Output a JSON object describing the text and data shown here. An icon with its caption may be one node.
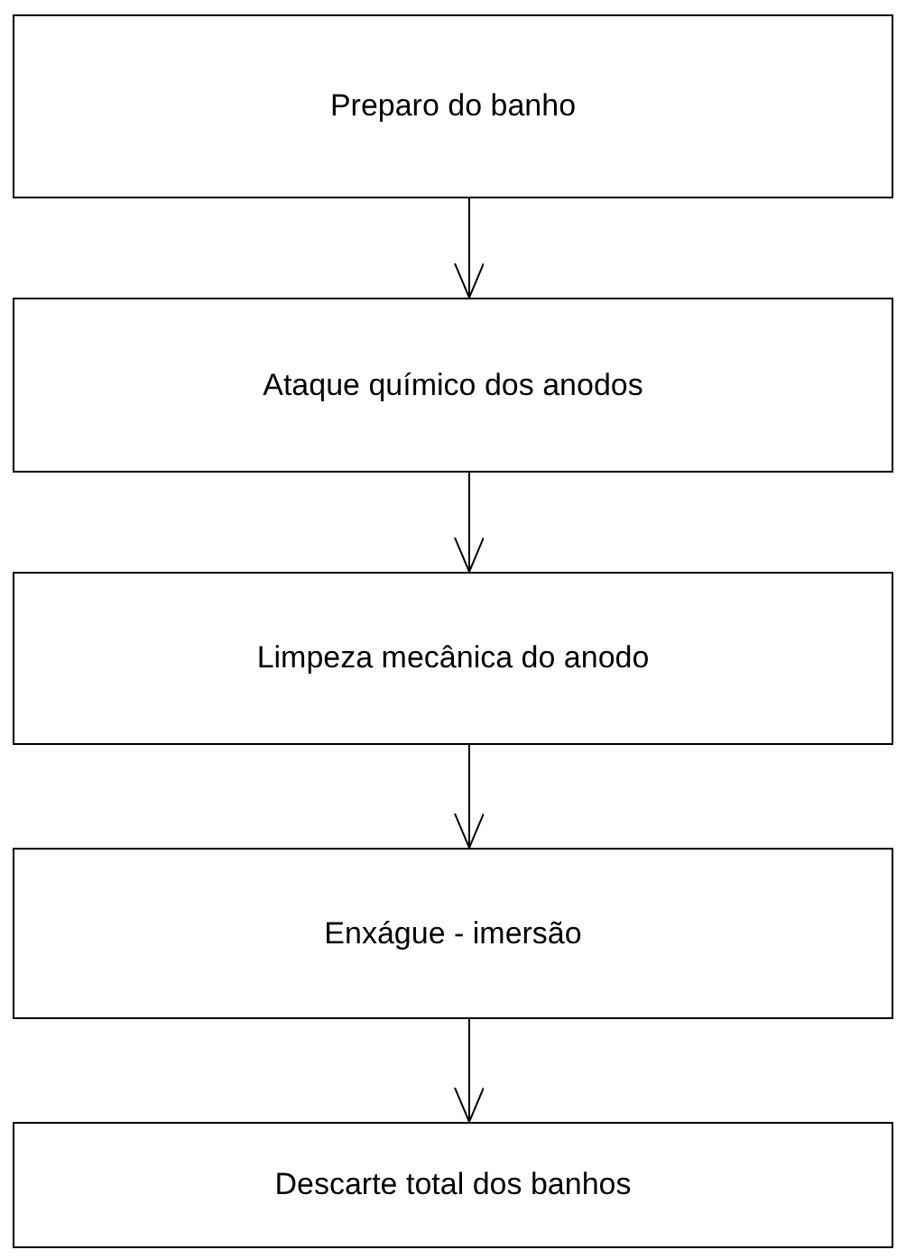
{
  "diagram": {
    "nodes": [
      {
        "text": [
          "Preparo do banho"
        ]
      },
      {
        "text": [
          "Ataque químico dos anodos"
        ]
      },
      {
        "text": [
          "Limpeza mecânica do anodo"
        ]
      },
      {
        "text": [
          "Enxágue - imersão"
        ]
      },
      {
        "text": [
          "Descarte total dos banhos"
        ]
      }
    ],
    "edges": [
      {
        "from": 0,
        "to": 1,
        "arrow": "to"
      },
      {
        "from": 1,
        "to": 2,
        "arrow": "to"
      },
      {
        "from": 2,
        "to": 3,
        "arrow": "to"
      },
      {
        "from": 3,
        "to": 4,
        "arrow": "to"
      }
    ]
  }
}
